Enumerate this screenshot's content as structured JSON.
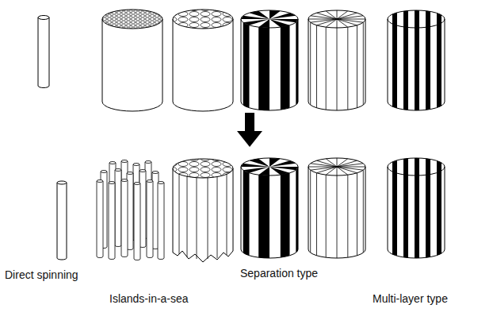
{
  "diagram": {
    "labels": [
      "Direct spinning",
      "Islands-in-a-sea",
      "Separation type",
      "Multi-layer type"
    ]
  }
}
